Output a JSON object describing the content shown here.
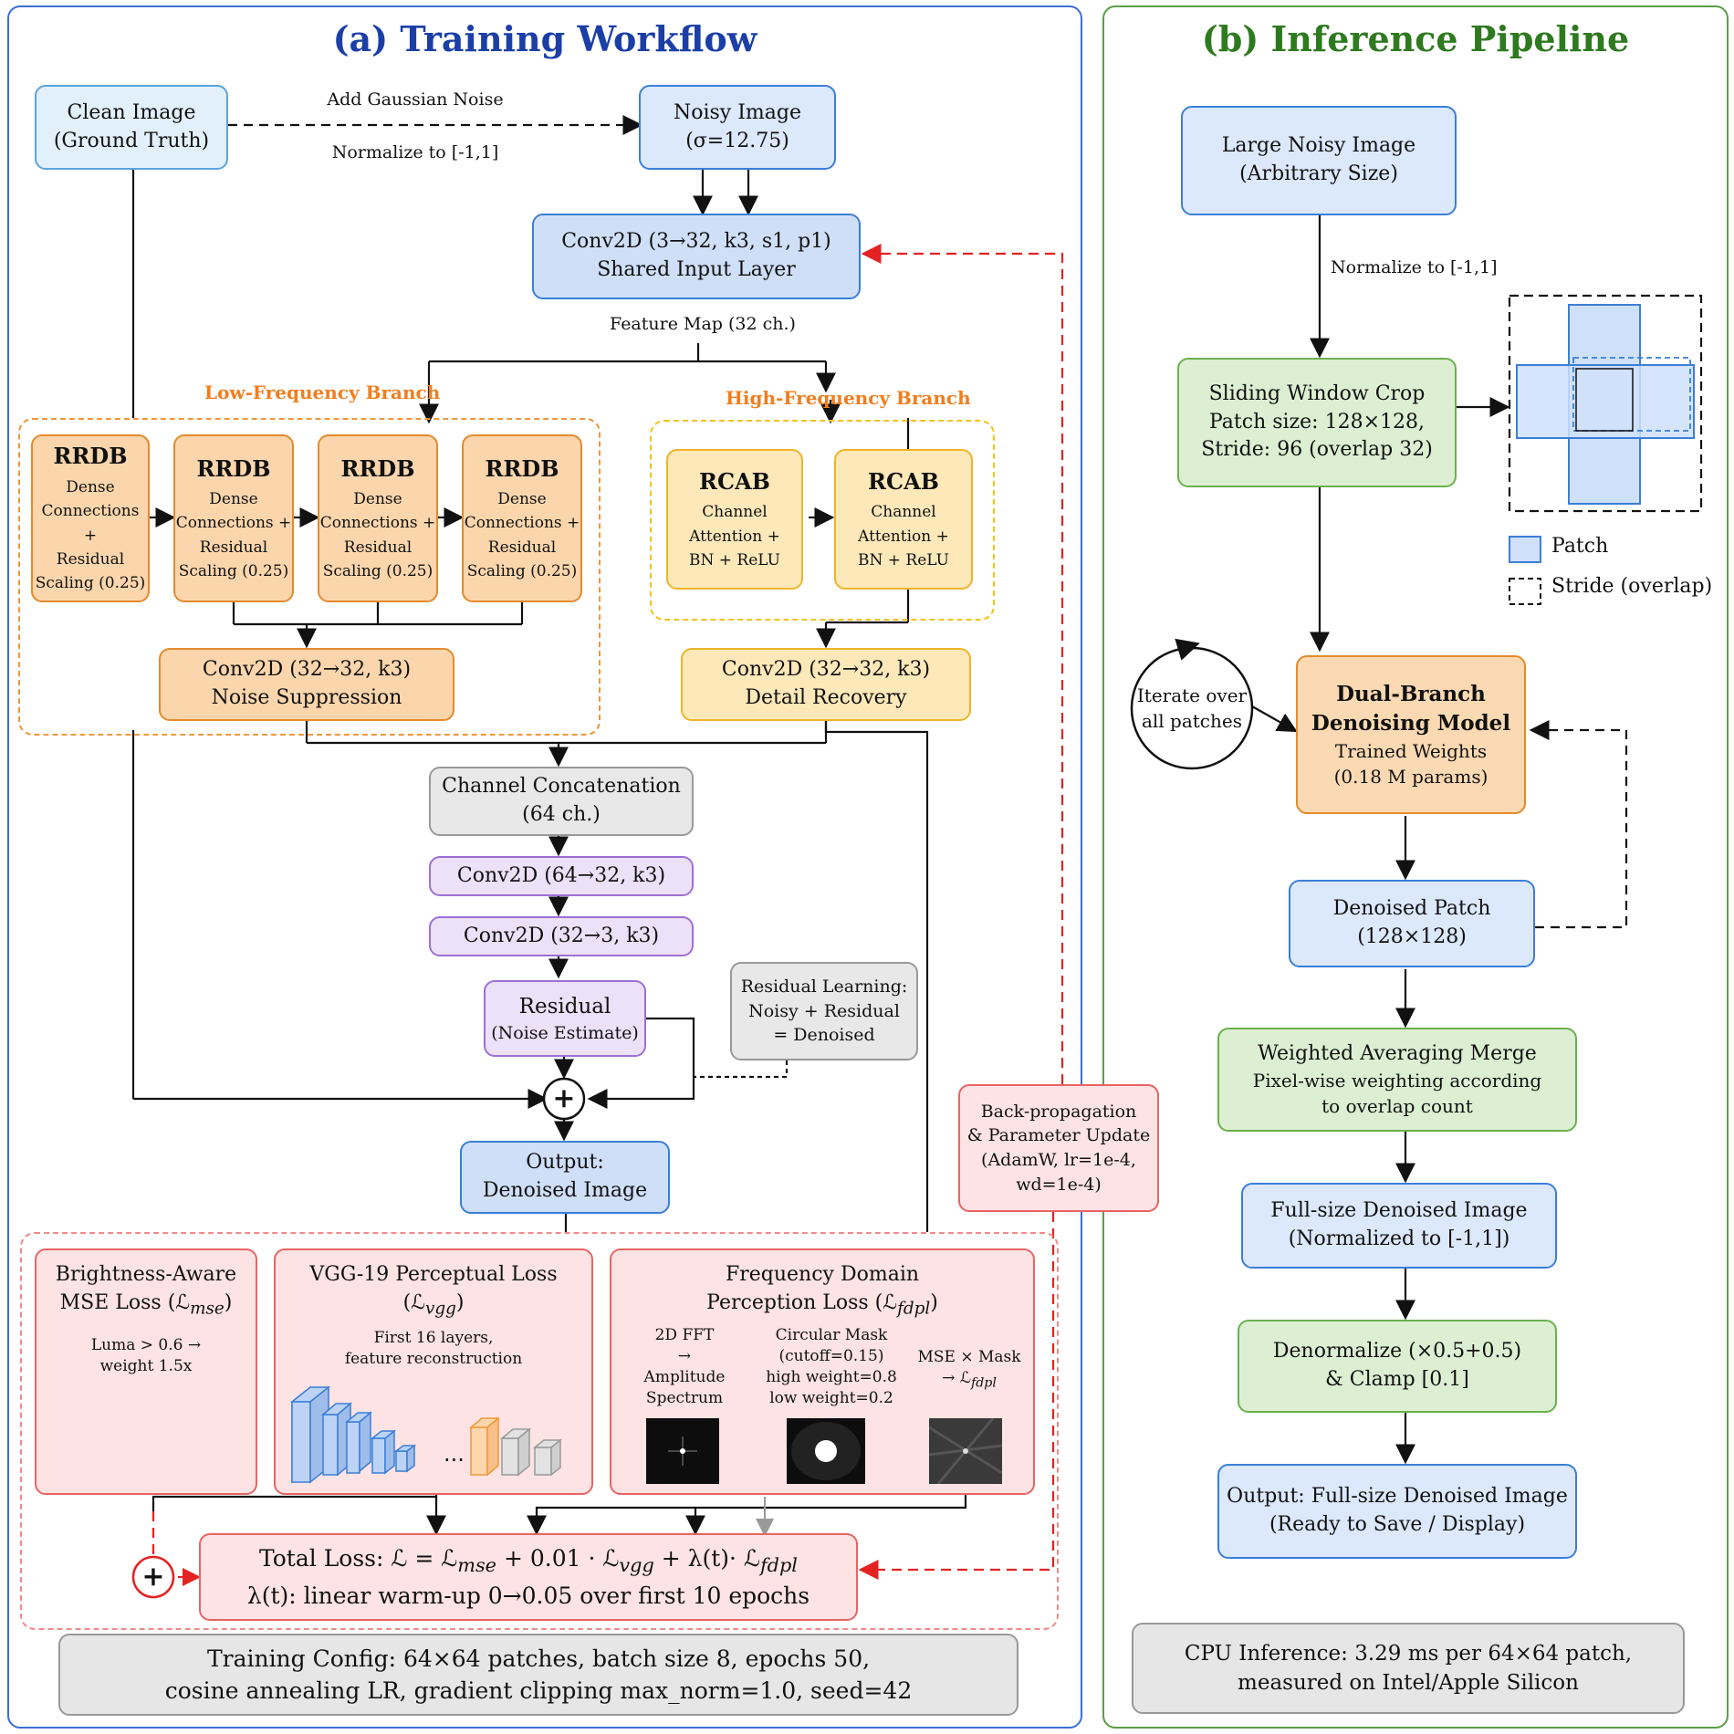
{
  "panel_a": {
    "title": "(a) Training Workflow",
    "clean_image": {
      "line1": "Clean Image",
      "line2": "(Ground Truth)"
    },
    "noisy_image": {
      "line1": "Noisy Image",
      "line2": "(σ=12.75)"
    },
    "add_noise_label": "Add Gaussian Noise",
    "normalize_label": "Normalize to [-1,1]",
    "input_conv": {
      "line1": "Conv2D (3→32, k3, s1, p1)",
      "line2": "Shared Input Layer"
    },
    "feature_map_label": "Feature Map (32 ch.)",
    "low_branch_label": "Low-Frequency Branch",
    "high_branch_label": "High-Frequency Branch",
    "rrdb": [
      {
        "title": "RRDB",
        "l1": "Dense",
        "l2": "Connections +",
        "l3": "Residual",
        "l4": "Scaling (0.25)"
      },
      {
        "title": "RRDB",
        "l1": "Dense",
        "l2": "Connections +",
        "l3": "Residual",
        "l4": "Scaling (0.25)"
      },
      {
        "title": "RRDB",
        "l1": "Dense",
        "l2": "Connections +",
        "l3": "Residual",
        "l4": "Scaling (0.25)"
      },
      {
        "title": "RRDB",
        "l1": "Dense",
        "l2": "Connections +",
        "l3": "Residual",
        "l4": "Scaling (0.25)"
      }
    ],
    "rcab": [
      {
        "title": "RCAB",
        "l1": "Channel",
        "l2": "Attention +",
        "l3": "BN + ReLU"
      },
      {
        "title": "RCAB",
        "l1": "Channel",
        "l2": "Attention +",
        "l3": "BN + ReLU"
      }
    ],
    "noise_suppression": {
      "line1": "Conv2D (32→32, k3)",
      "line2": "Noise Suppression"
    },
    "detail_recovery": {
      "line1": "Conv2D (32→32, k3)",
      "line2": "Detail Recovery"
    },
    "concat": {
      "line1": "Channel Concatenation",
      "line2": "(64 ch.)"
    },
    "conv64": "Conv2D (64→32, k3)",
    "conv3": "Conv2D (32→3, k3)",
    "residual": {
      "line1": "Residual",
      "line2": "(Noise Estimate)"
    },
    "residual_note": {
      "line1": "Residual Learning:",
      "line2": "Noisy + Residual",
      "line3": "= Denoised"
    },
    "plus_symbol": "+",
    "output": {
      "line1": "Output:",
      "line2": "Denoised Image"
    },
    "backprop": {
      "line1": "Back-propagation",
      "line2": "& Parameter Update",
      "line3": "(AdamW, lr=1e-4,",
      "line4": "wd=1e-4)"
    },
    "mse_loss": {
      "line1": "Brightness-Aware",
      "line2": "MSE Loss (ℒ",
      "sub": "mse",
      "line2_end": ")",
      "body1": "Luma > 0.6 →",
      "body2": "weight 1.5x"
    },
    "vgg_loss": {
      "line1": "VGG-19 Perceptual Loss",
      "line2": "(ℒ",
      "sub": "vgg",
      "line2_end": ")",
      "body1": "First 16 layers,",
      "body2": "feature reconstruction",
      "dots": "···"
    },
    "freq_loss": {
      "line1": "Frequency Domain",
      "line2": "Perception Loss (ℒ",
      "sub": "fdpl",
      "line2_end": ")",
      "fft1": "2D FFT",
      "fft2": "→",
      "fft3": "Amplitude",
      "fft4": "Spectrum",
      "mask1": "Circular Mask",
      "mask2": "(cutoff=0.15)",
      "mask3": "high weight=0.8",
      "mask4": "low weight=0.2",
      "mse1": "MSE × Mask",
      "mse2": "→ ℒ",
      "mse_sub": "fdpl"
    },
    "total_loss": {
      "line1_a": "Total Loss: ℒ = ℒ",
      "s1": "mse",
      "line1_b": " + 0.01 · ℒ",
      "s2": "vgg",
      "line1_c": " + λ(t)· ℒ",
      "s3": "fdpl",
      "line2": "λ(t): linear warm-up 0→0.05 over first 10 epochs"
    },
    "config": {
      "line1": "Training Config: 64×64 patches, batch size 8, epochs 50,",
      "line2": "cosine annealing LR, gradient clipping max_norm=1.0, seed=42"
    }
  },
  "panel_b": {
    "title": "(b) Inference Pipeline",
    "large_noisy": {
      "line1": "Large Noisy Image",
      "line2": "(Arbitrary Size)"
    },
    "normalize_label": "Normalize to [-1,1]",
    "sliding": {
      "line1": "Sliding Window Crop",
      "line2": "Patch size: 128×128,",
      "line3": "Stride: 96 (overlap 32)"
    },
    "legend_patch": "Patch",
    "legend_stride": "Stride (overlap)",
    "iterate": {
      "line1": "Iterate over",
      "line2": "all patches"
    },
    "model": {
      "line1": "Dual-Branch",
      "line2": "Denoising Model",
      "line3": "Trained Weights",
      "line4": "(0.18 M params)"
    },
    "patch_out": {
      "line1": "Denoised Patch",
      "line2": "(128×128)"
    },
    "merge": {
      "line1": "Weighted Averaging Merge",
      "line2": "Pixel-wise weighting according",
      "line3": "to overlap count"
    },
    "fullsize": {
      "line1": "Full-size Denoised Image",
      "line2": "(Normalized to [-1,1])"
    },
    "denorm": {
      "line1": "Denormalize (×0.5+0.5)",
      "line2": "& Clamp [0.1]"
    },
    "final": {
      "line1": "Output: Full-size Denoised Image",
      "line2": "(Ready to Save / Display)"
    },
    "cpu": {
      "line1": "CPU Inference: 3.29 ms per 64×64 patch,",
      "line2": "measured on Intel/Apple Silicon"
    }
  },
  "colors": {
    "panel_a_border": "#3b6fd4",
    "panel_b_border": "#5a9e45",
    "title_a": "#1b3fa6",
    "title_b": "#2e7a1f",
    "accent_red": "#e52222",
    "branch_label": "#f07e1f"
  }
}
